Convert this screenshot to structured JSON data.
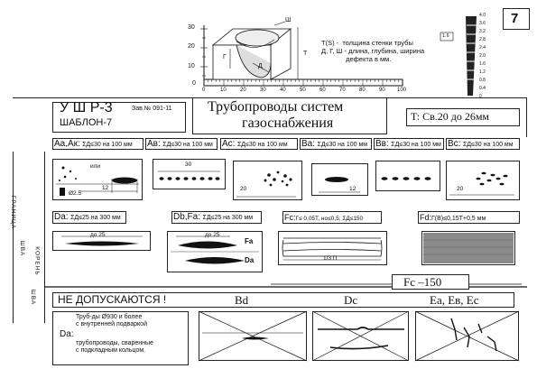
{
  "page_number": "7",
  "top_graphic": {
    "y_ticks": [
      "30",
      "20",
      "10",
      "0"
    ],
    "x_ticks": [
      "0",
      "10",
      "20",
      "30",
      "40",
      "50",
      "60",
      "70",
      "80",
      "90",
      "100"
    ],
    "dim_sh": "Ш",
    "dim_t": "Т",
    "dim_g": "Г",
    "dim_d": "Д",
    "legend": "T(S) -  толщина стенки трубы\nД, Г, Ш - длина, глубина, ширина\n             дефекта в мм.",
    "gauge_label": "1.6",
    "gauge_ticks": [
      "4.0",
      "3.6",
      "3.2",
      "2.8",
      "2.4",
      "2.0",
      "1.6",
      "1.2",
      "0.8",
      "0.4",
      "0"
    ]
  },
  "header": {
    "code": "У Ш Р-3",
    "template": "ШАБЛОН-7",
    "ref": "Зав.№ 091-11",
    "title_line1": "Трубопроводы систем",
    "title_line2": "газоснабжения",
    "thickness": "T: Св.20 до 26мм"
  },
  "defect_row1": [
    {
      "code": "Aa,Ак:",
      "rule": "ΣД≤30 на 100 мм"
    },
    {
      "code": "Aв:",
      "rule": "ΣД≤30 на 100 мм"
    },
    {
      "code": "Ac:",
      "rule": "ΣД≤30 на 100 мм"
    },
    {
      "code": "Ba:",
      "rule": "ΣД≤30 на 100 мм"
    },
    {
      "code": "Bв:",
      "rule": "ΣД≤30 на 100 мм"
    },
    {
      "code": "Bc:",
      "rule": "ΣД≤30 на 100 мм"
    }
  ],
  "sketch_labels": {
    "ili": "или",
    "d25": "Ø2.5",
    "twelve": "12",
    "thirty": "30",
    "twenty": "20",
    "do25": "до 25",
    "fa": "Fa",
    "da": "Da",
    "one_third": "1/3 П"
  },
  "side_labels": {
    "granica": "ГРАНИЦА",
    "shva1": "ШВА",
    "koren": "КОРЕНЬ",
    "shva2": "ШВА"
  },
  "defect_row2": [
    {
      "code": "Da:",
      "rule": "ΣД≤25 на 300 мм"
    },
    {
      "code": "Db,Fa:",
      "rule": "ΣД≤25 на 300 мм"
    },
    {
      "code": "Fc:",
      "rule": "Г≤ 0,05T, но≤0,5; ΣД≤150"
    },
    {
      "code": "Fd:",
      "rule": "Г(В)≤0,15T+0,5 мм"
    }
  ],
  "fc_label": "Fc –150",
  "not_allowed": {
    "title": "НЕ ДОПУСКАЮТСЯ !",
    "col_bd": "Bd",
    "col_dc": "Dc",
    "col_e": "Ea, Eв, Ec",
    "da_label": "Da:",
    "note1": "Труб-ды Ø930 и более\nс внутренней подваркой",
    "note2": "трубопроводы, сваренные\nс подкладным кольцом."
  }
}
